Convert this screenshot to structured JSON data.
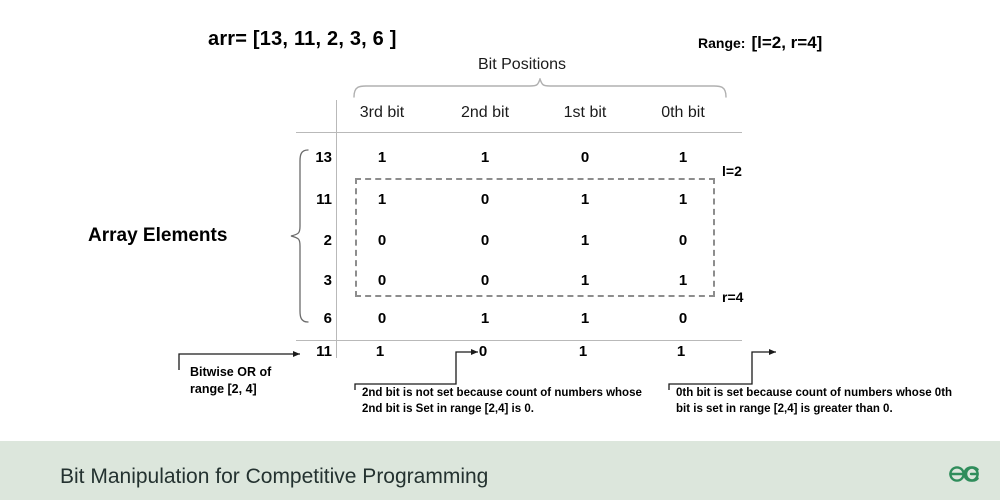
{
  "header": {
    "array_label": "arr= [13, 11, 2, 3, 6 ]",
    "range_label": "Range:",
    "range_value": "[l=2, r=4]"
  },
  "table": {
    "bit_positions_title": "Bit Positions",
    "array_elements_label": "Array Elements",
    "columns": [
      "3rd bit",
      "2nd bit",
      "1st bit",
      "0th bit"
    ],
    "rows": [
      {
        "value": "13",
        "bits": [
          "1",
          "1",
          "0",
          "1"
        ]
      },
      {
        "value": "11",
        "bits": [
          "1",
          "0",
          "1",
          "1"
        ]
      },
      {
        "value": "2",
        "bits": [
          "0",
          "0",
          "1",
          "0"
        ]
      },
      {
        "value": "3",
        "bits": [
          "0",
          "0",
          "1",
          "1"
        ]
      },
      {
        "value": "6",
        "bits": [
          "0",
          "1",
          "1",
          "0"
        ]
      }
    ],
    "range_markers": {
      "left": "l=2",
      "right": "r=4"
    },
    "result": {
      "value": "11",
      "bits": [
        "1",
        "0",
        "1",
        "1"
      ]
    }
  },
  "annotations": {
    "bitwise_or": "Bitwise OR of range [2, 4]",
    "second_bit": "2nd bit is not set because count of numbers whose 2nd bit is Set in range [2,4] is 0.",
    "zeroth_bit": "0th bit is set because count of numbers whose 0th bit is set in range [2,4] is greater than 0."
  },
  "footer": {
    "title": "Bit Manipulation for Competitive Programming",
    "logo_name": "geeksforgeeks-logo",
    "background_color": "#dce6dc",
    "logo_color": "#2f8d5b"
  }
}
